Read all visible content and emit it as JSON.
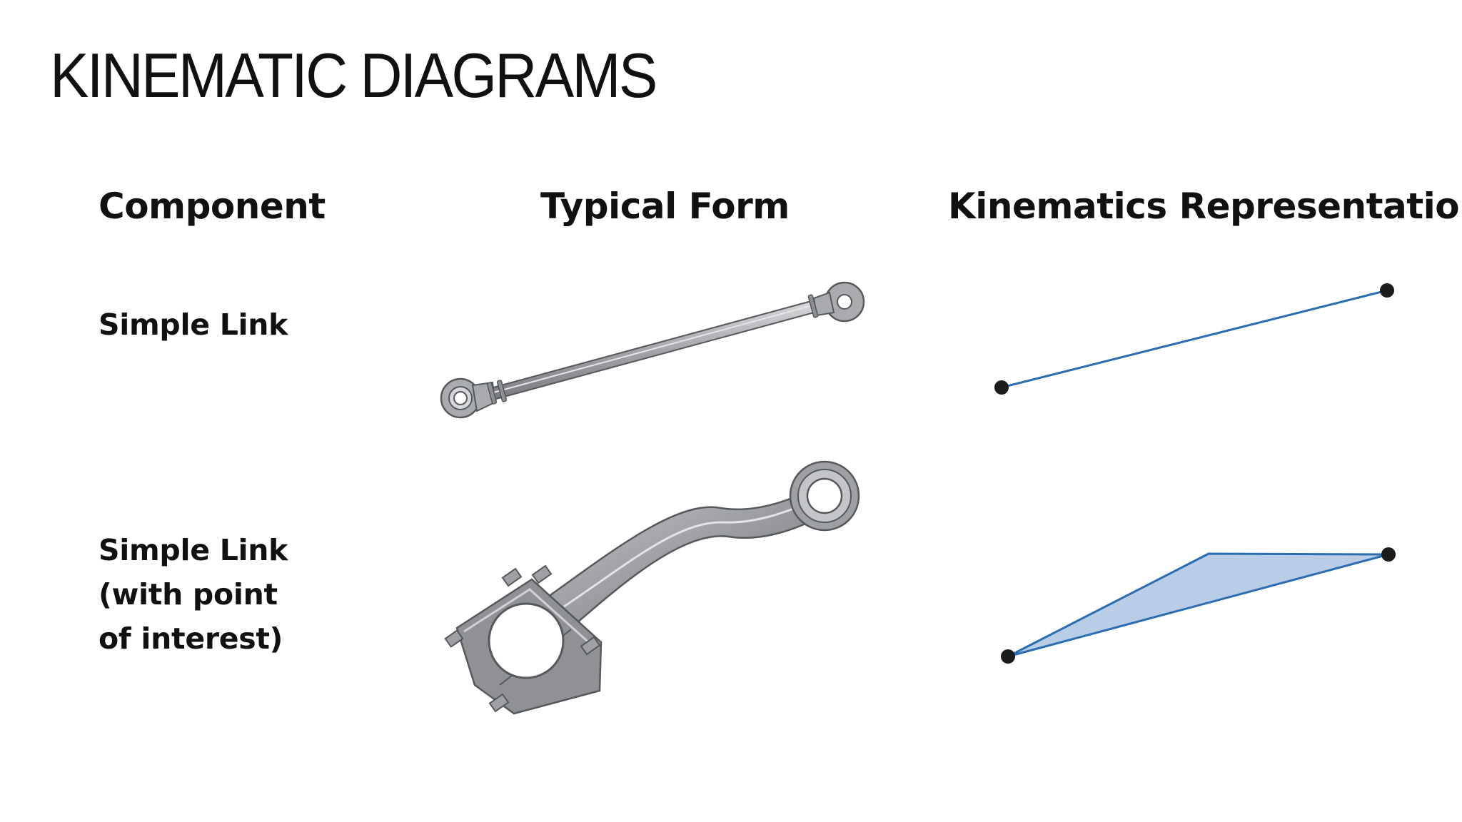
{
  "slide": {
    "title": "KINEMATIC DIAGRAMS"
  },
  "headers": {
    "component": "Component",
    "typical_form": "Typical Form",
    "kinematics": "Kinematics Representation"
  },
  "rows": [
    {
      "lines": [
        "Simple Link"
      ],
      "typical_form_icon": "tie-rod-icon",
      "representation": "line-segment-with-two-joints"
    },
    {
      "lines": [
        "Simple Link",
        "(with point",
        "of interest)"
      ],
      "typical_form_icon": "connecting-rod-with-clamp-icon",
      "representation": "triangle-with-three-points"
    }
  ],
  "colors": {
    "text": "#111111",
    "link_line": "#2a6db0",
    "link_fill": "#b9cde6",
    "joint": "#1c1c1c",
    "metal": "#a9abae",
    "metal_edge": "#55585c"
  }
}
